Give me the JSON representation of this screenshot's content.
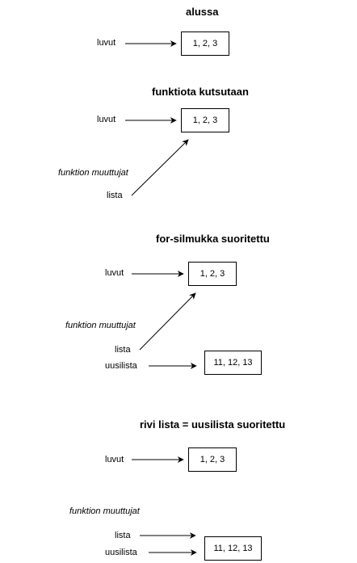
{
  "sections": [
    {
      "title": "alussa",
      "variable_label": "luvut",
      "list_value": "1, 2, 3"
    },
    {
      "title": "funktiota kutsutaan",
      "variable_label": "luvut",
      "list_value": "1, 2, 3",
      "func_vars_label": "funktion muuttujat",
      "param_label": "lista"
    },
    {
      "title": "for-silmukka suoritettu",
      "variable_label": "luvut",
      "list_value": "1, 2, 3",
      "func_vars_label": "funktion muuttujat",
      "param_label": "lista",
      "new_var_label": "uusilista",
      "new_list_value": "11, 12, 13"
    },
    {
      "title": "rivi lista = uusilista suoritettu",
      "variable_label": "luvut",
      "list_value": "1, 2, 3",
      "func_vars_label": "funktion muuttujat",
      "param_label": "lista",
      "new_var_label": "uusilista",
      "new_list_value": "11, 12, 13"
    }
  ]
}
